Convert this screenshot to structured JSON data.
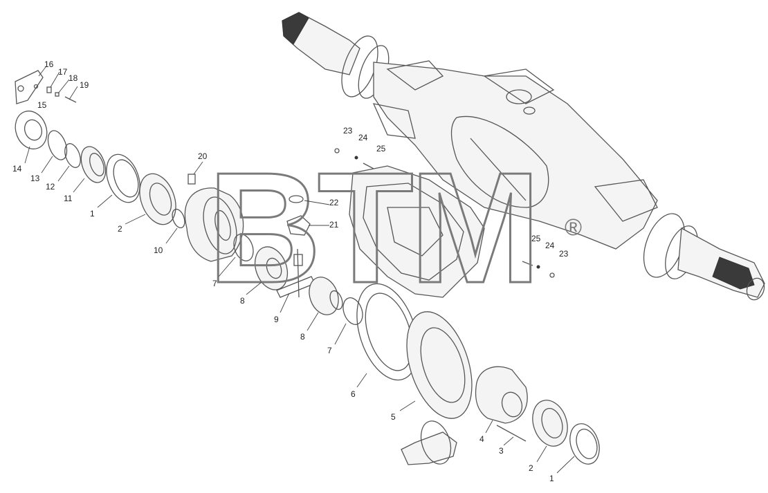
{
  "watermark": {
    "text": "BTM",
    "registered_mark": "®"
  },
  "callouts": [
    {
      "id": "c16",
      "label": "16"
    },
    {
      "id": "c17",
      "label": "17"
    },
    {
      "id": "c18",
      "label": "18"
    },
    {
      "id": "c19",
      "label": "19"
    },
    {
      "id": "c15",
      "label": "15"
    },
    {
      "id": "c14",
      "label": "14"
    },
    {
      "id": "c13",
      "label": "13"
    },
    {
      "id": "c12",
      "label": "12"
    },
    {
      "id": "c11",
      "label": "11"
    },
    {
      "id": "c1a",
      "label": "1"
    },
    {
      "id": "c2a",
      "label": "2"
    },
    {
      "id": "c10",
      "label": "10"
    },
    {
      "id": "c20",
      "label": "20"
    },
    {
      "id": "c7a",
      "label": "7"
    },
    {
      "id": "c8a",
      "label": "8"
    },
    {
      "id": "c9",
      "label": "9"
    },
    {
      "id": "c22",
      "label": "22"
    },
    {
      "id": "c21",
      "label": "21"
    },
    {
      "id": "c23a",
      "label": "23"
    },
    {
      "id": "c24a",
      "label": "24"
    },
    {
      "id": "c25a",
      "label": "25"
    },
    {
      "id": "c25b",
      "label": "25"
    },
    {
      "id": "c24b",
      "label": "24"
    },
    {
      "id": "c23b",
      "label": "23"
    },
    {
      "id": "c8b",
      "label": "8"
    },
    {
      "id": "c7b",
      "label": "7"
    },
    {
      "id": "c6",
      "label": "6"
    },
    {
      "id": "c5",
      "label": "5"
    },
    {
      "id": "c4",
      "label": "4"
    },
    {
      "id": "c3",
      "label": "3"
    },
    {
      "id": "c2b",
      "label": "2"
    },
    {
      "id": "c1b",
      "label": "1"
    }
  ]
}
